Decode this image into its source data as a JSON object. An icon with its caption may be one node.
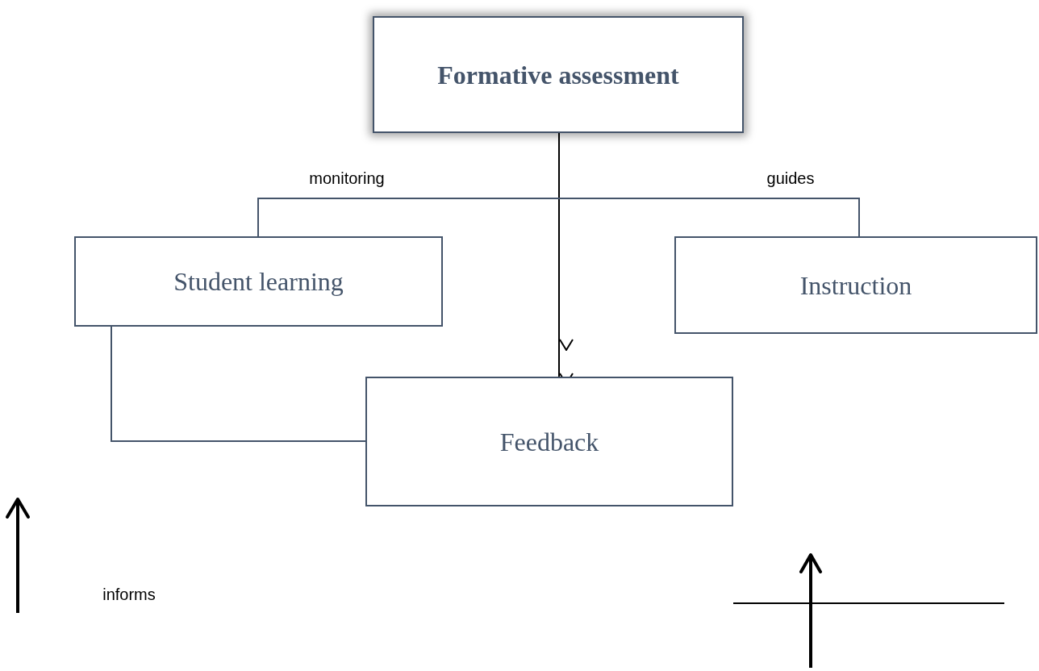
{
  "diagram": {
    "nodes": [
      {
        "text": [
          "Formative assessment"
        ]
      },
      {
        "text": [
          "Student learning"
        ]
      },
      {
        "text": [
          "Instruction"
        ]
      },
      {
        "text": [
          "Feedback"
        ]
      }
    ],
    "edges": [
      {
        "from": 0,
        "to": 3,
        "arrow": "to",
        "color": "#000000"
      },
      {
        "from": 1,
        "to": 2,
        "arrow": "none"
      },
      {
        "from": 1,
        "to": 3,
        "arrow": "none"
      }
    ],
    "labels": [
      "monitoring",
      "guides",
      "informs"
    ]
  }
}
